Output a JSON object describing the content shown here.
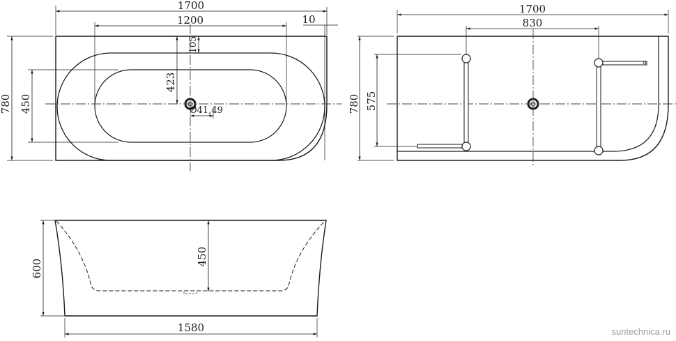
{
  "views": {
    "top_view": {
      "dims": {
        "overall_length": "1700",
        "inner_length": "1200",
        "wall_offset": "10",
        "overall_width": "780",
        "inner_width": "450",
        "drain_from_rim": "423",
        "rim_thickness": "105",
        "drain_diameter": "Ø41,49"
      }
    },
    "faucet_view": {
      "dims": {
        "overall_length": "1700",
        "faucet_spacing": "830",
        "overall_width": "780",
        "rail_length": "575"
      }
    },
    "side_view": {
      "dims": {
        "height": "600",
        "inner_depth": "450",
        "base_length": "1580"
      }
    }
  },
  "watermark": "suntechnica.ru",
  "colors": {
    "line": "#1a1a1a",
    "thin_line": "#333333",
    "center_line": "#444444",
    "watermark": "#9a9a9a",
    "background": "#ffffff"
  }
}
